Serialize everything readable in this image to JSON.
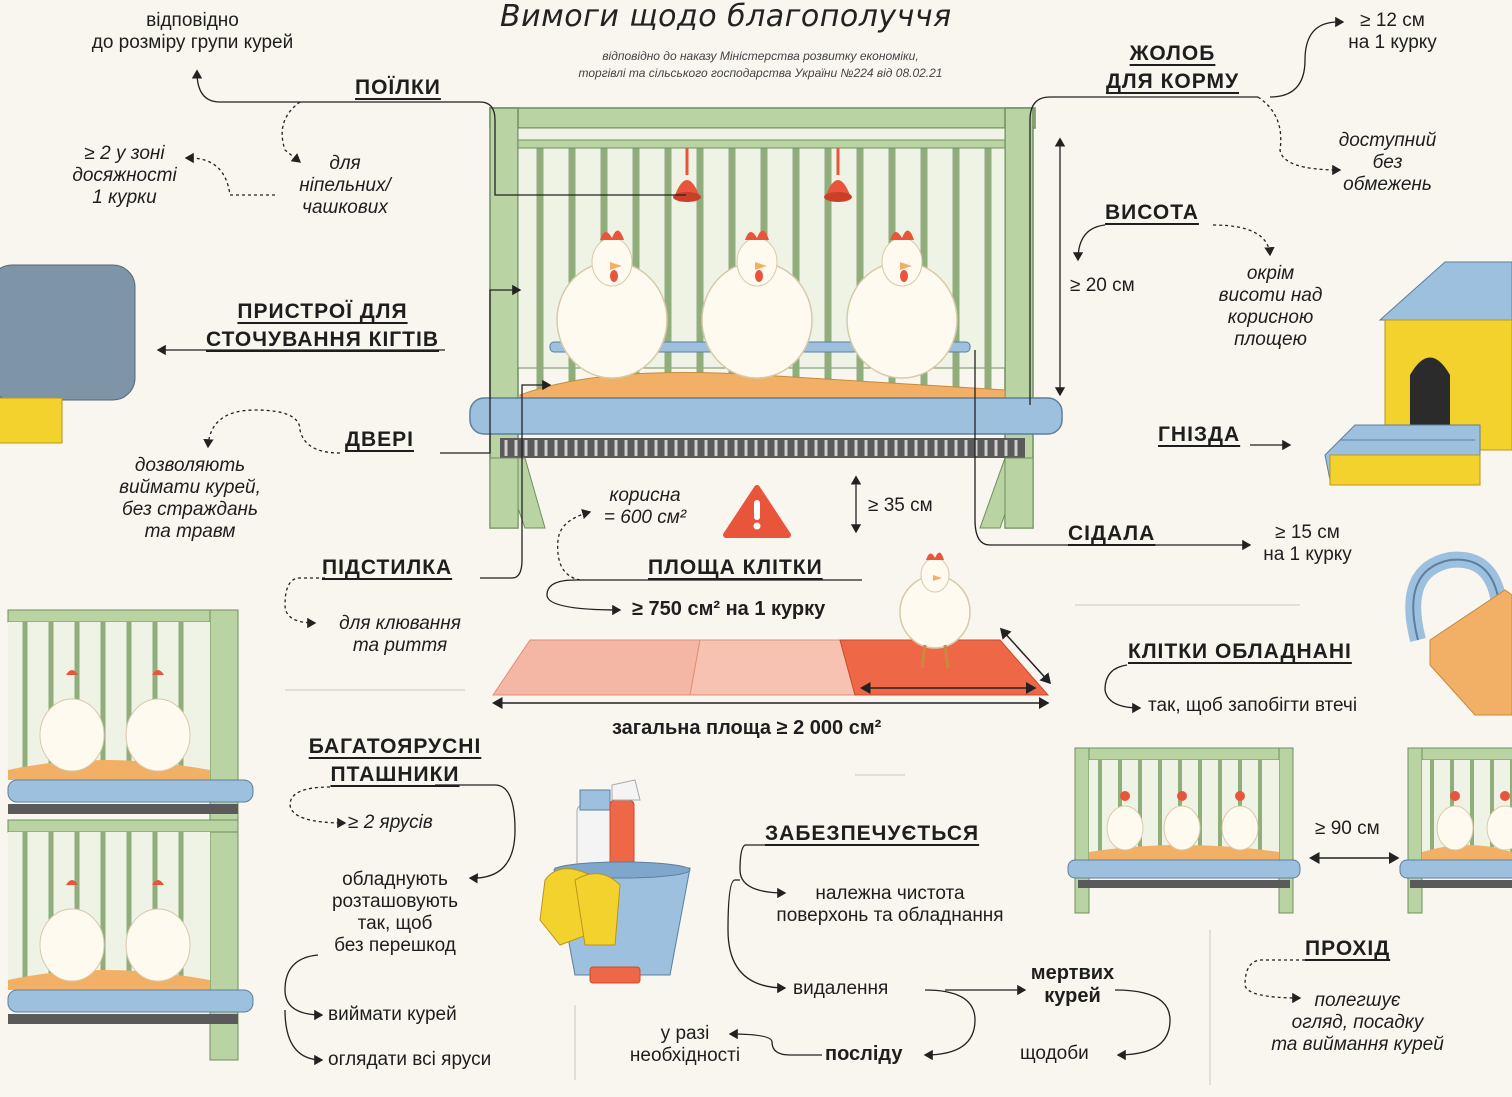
{
  "title": "Вимоги щодо благополуччя",
  "subtitle_line1": "відповідно до наказу Міністерства розвитку економіки,",
  "subtitle_line2": "торгівлі та сільського господарства України №224 від 08.02.21",
  "poilky": {
    "heading": "ПОЇЛКИ",
    "note_top": "відповідно\nдо розміру групи курей",
    "note_left": "≥ 2 у зоні\nдосяжності\n1 курки",
    "note_type": "для\nніпельних/\nчашкових"
  },
  "zholob": {
    "heading_line1": "ЖОЛОБ",
    "heading_line2": "ДЛЯ КОРМУ",
    "size": "≥ 12 см\nна 1 курку",
    "access": "доступний\nбез\nобмежень"
  },
  "vysota": {
    "heading": "ВИСОТА",
    "value": "≥ 20 см",
    "note": "окрім\nвисоти над\nкорисною\nплощею"
  },
  "kigti": {
    "heading_line1": "ПРИСТРОЇ ДЛЯ",
    "heading_line2": "СТОЧУВАННЯ КІГТІВ"
  },
  "dveri": {
    "heading": "ДВЕРІ",
    "note": "дозволяють\nвиймати курей,\nбез страждань\nта травм"
  },
  "gnizda": {
    "heading": "ГНІЗДА"
  },
  "sidala": {
    "heading": "СІДАЛА",
    "note": "≥ 15 см\nна 1 курку"
  },
  "floor": {
    "height": "≥ 35 см"
  },
  "pidstylka": {
    "heading": "ПІДСТИЛКА",
    "note": "для клювання\nта риття"
  },
  "ploshcha": {
    "heading": "ПЛОЩА КЛІТКИ",
    "useful": "корисна\n= 600 см²",
    "per_hen": "≥  750 см² на 1 курку",
    "total": "загальна площа ≥ 2 000 см²"
  },
  "obladnani": {
    "heading": "КЛІТКИ ОБЛАДНАНІ",
    "note": "так, щоб запобігти втечі"
  },
  "bagato": {
    "heading_line1": "БАГАТОЯРУСНІ",
    "heading_line2": "ПТАШНИКИ",
    "tiers": "≥ 2 ярусів",
    "equip": "обладнують\nрозташовують\nтак, щоб\nбез перешкод",
    "item1": "виймати курей",
    "item2": "оглядати всі яруси"
  },
  "zabezpech": {
    "heading": "ЗАБЕЗПЕЧУЄТЬСЯ",
    "clean": "належна чистота\nповерхонь та обладнання",
    "removal": "видалення",
    "dead": "мертвих\nкурей",
    "daily": "щодоби",
    "manure": "посліду",
    "as_needed": "у разі\nнеобхідності"
  },
  "prokhid": {
    "heading": "ПРОХІД",
    "distance": "≥ 90 см",
    "note": "полегшує\nогляд, посадку\nта виймання курей"
  },
  "colors": {
    "background": "#f9f5ef",
    "cage_green": "#b9d3a2",
    "cage_green_dark": "#8fae7b",
    "tray_blue": "#9ec0df",
    "nest_yellow": "#f4d22e",
    "warning_red": "#e8553b",
    "floor_salmon": "#f5b7a5",
    "floor_red": "#ee6847",
    "straw_orange": "#f2b066"
  }
}
